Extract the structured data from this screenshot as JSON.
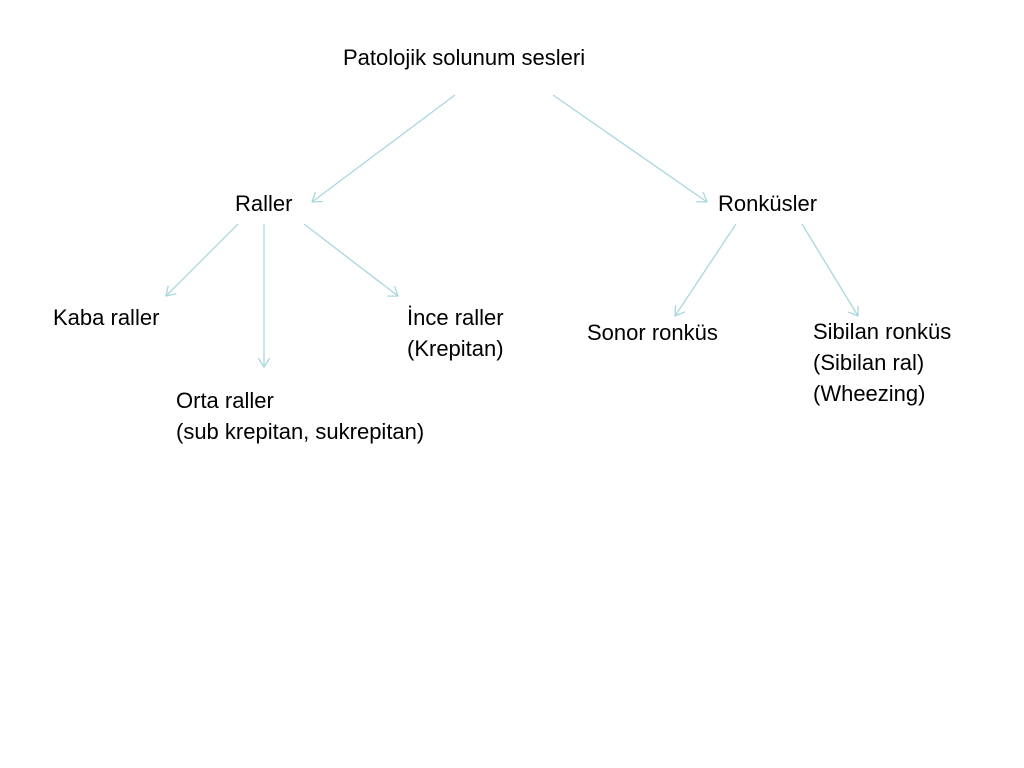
{
  "diagram": {
    "root": {
      "label": "Patolojik solunum sesleri"
    },
    "branches": [
      {
        "label": "Raller",
        "children": [
          {
            "lines": [
              "Kaba raller"
            ]
          },
          {
            "lines": [
              "Orta raller",
              "(sub krepitan, sukrepitan)"
            ]
          },
          {
            "lines": [
              "İnce raller",
              "(Krepitan)"
            ]
          }
        ]
      },
      {
        "label": "Ronküsler",
        "children": [
          {
            "lines": [
              "Sonor ronküs"
            ]
          },
          {
            "lines": [
              "Sibilan ronküs",
              "(Sibilan ral)",
              "(Wheezing)"
            ]
          }
        ]
      }
    ],
    "colors": {
      "arrow": "#a8d8de",
      "text": "#000000",
      "background": "#ffffff"
    }
  }
}
